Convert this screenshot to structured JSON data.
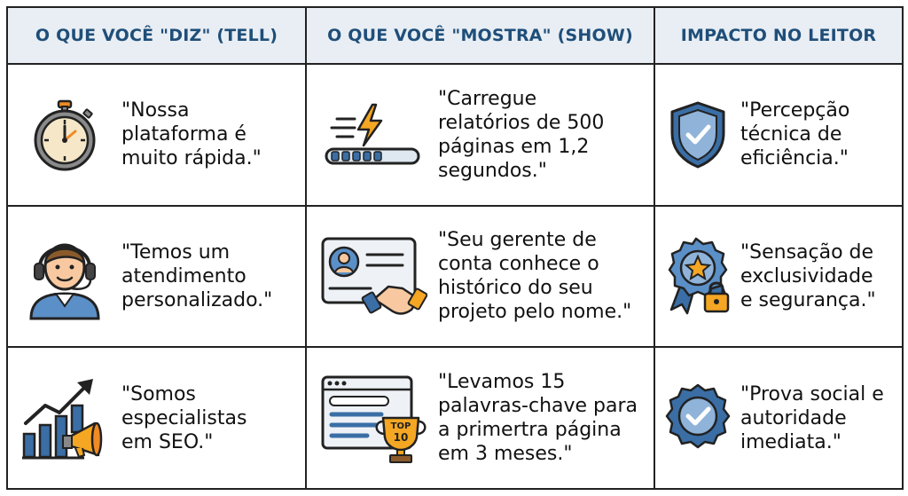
{
  "headers": [
    "O QUE VOCÊ \"DIZ\" (TELL)",
    "O QUE VOCÊ \"MOSTRA\" (SHOW)",
    "IMPACTO NO LEITOR"
  ],
  "rows": [
    {
      "tell": [
        "\"Nossa",
        "plataforma é",
        "muito rápida.\""
      ],
      "show": [
        "\"Carregue",
        "relatórios de 500",
        "páginas em 1,2",
        "segundos.\""
      ],
      "impact": [
        "\"Percepção",
        "técnica de",
        "eficiência.\""
      ],
      "icons": [
        "stopwatch-icon",
        "lightning-progress-icon",
        "shield-check-icon"
      ]
    },
    {
      "tell": [
        "\"Temos um",
        "atendimento",
        "personalizado.\""
      ],
      "show": [
        "\"Seu gerente de",
        "conta conhece o",
        "histórico do seu",
        "projeto pelo nome.\""
      ],
      "impact": [
        "\"Sensação de",
        "exclusividade",
        "e segurança.\""
      ],
      "icons": [
        "support-agent-icon",
        "profile-handshake-icon",
        "badge-lock-icon"
      ]
    },
    {
      "tell": [
        "\"Somos",
        "especialistas",
        "em SEO.\""
      ],
      "show": [
        "\"Levamos 15",
        "palavras-chave para",
        "a primertra página",
        "em 3 meses.\""
      ],
      "impact": [
        "\"Prova social e",
        "autoridade",
        "imediata.\""
      ],
      "icons": [
        "growth-megaphone-icon",
        "search-trophy-icon",
        "check-seal-icon"
      ],
      "trophy_text": [
        "TOP",
        "10"
      ]
    }
  ],
  "colors": {
    "header_text": "#1f4e79",
    "header_bg": "#e8eef4",
    "accent_blue": "#3a6ea5",
    "accent_orange": "#f5a623"
  }
}
